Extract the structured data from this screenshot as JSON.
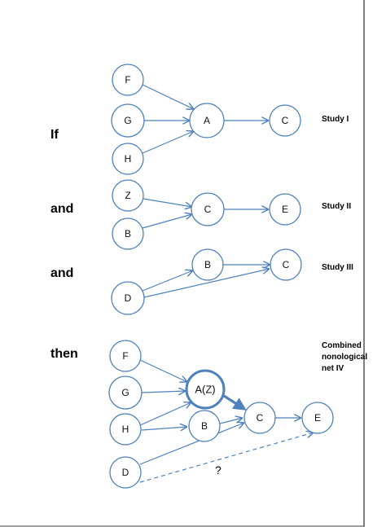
{
  "colors": {
    "node_stroke": "#4f81bd",
    "edge": "#4f81bd",
    "text": "#000000"
  },
  "panels": [
    {
      "connector": "If",
      "study_label": [
        "Study I"
      ]
    },
    {
      "connector": "and",
      "study_label": [
        "Study II"
      ]
    },
    {
      "connector": "and",
      "study_label": [
        "Study III"
      ]
    },
    {
      "connector": "then",
      "study_label": [
        "Combined",
        "nonological",
        "net IV"
      ]
    }
  ],
  "nodes": {
    "p1": {
      "F": "F",
      "G": "G",
      "H": "H",
      "A": "A",
      "C": "C"
    },
    "p2": {
      "Z": "Z",
      "B": "B",
      "C": "C",
      "E": "E"
    },
    "p3": {
      "B": "B",
      "C": "C",
      "D": "D"
    },
    "p4": {
      "F": "F",
      "G": "G",
      "H": "H",
      "AZ": "A(Z)",
      "B": "B",
      "C": "C",
      "D": "D",
      "E": "E"
    }
  },
  "unknown_link_label": "?"
}
